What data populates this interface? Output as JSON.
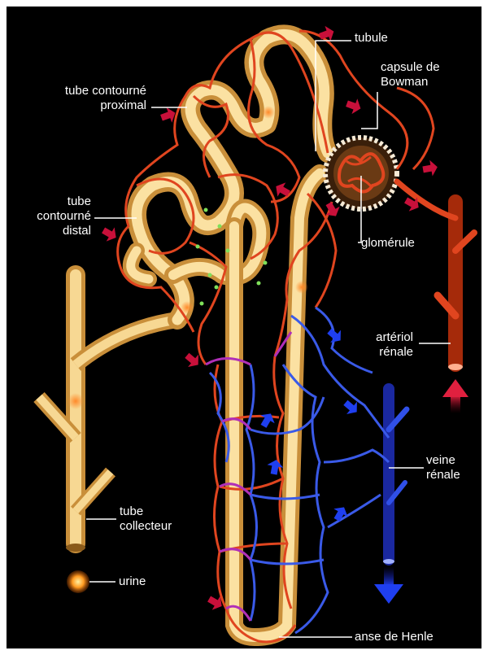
{
  "labels": {
    "tubule": "tubule",
    "capsule_l1": "capsule de",
    "capsule_l2": "Bowman",
    "proximal_l1": "tube contourné",
    "proximal_l2": "proximal",
    "distal_l1": "tube",
    "distal_l2": "contourné",
    "distal_l3": "distal",
    "glomerule": "glomérule",
    "arteriole_l1": "artériol",
    "arteriole_l2": "rénale",
    "veine_l1": "veine",
    "veine_l2": "rénale",
    "collecteur_l1": "tube",
    "collecteur_l2": "collecteur",
    "urine": "urine",
    "henle": "anse de Henle"
  },
  "colors": {
    "background": "#000000",
    "tubule": "#f2c977",
    "artery": "#e0451f",
    "vein": "#2f4fe0",
    "capillary_mix": "#b02fb8",
    "arrow_red": "#c8103a",
    "arrow_blue": "#1f3ff0",
    "dots": "#7fe05a"
  },
  "icons": [
    "arrow-up-icon",
    "arrow-down-icon"
  ]
}
